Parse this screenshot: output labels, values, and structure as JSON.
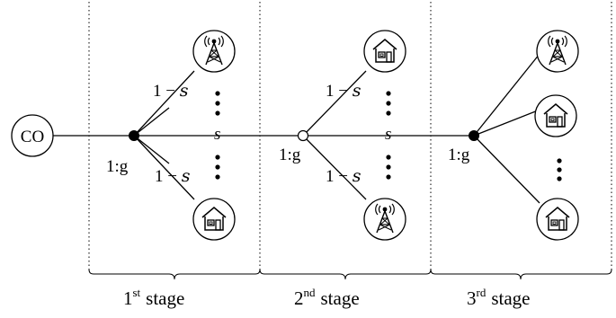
{
  "central_office": {
    "label": "CO"
  },
  "splitters": [
    {
      "ratio": "1:g"
    },
    {
      "ratio": "1:g"
    },
    {
      "ratio": "1:g"
    }
  ],
  "branch_labels": {
    "one_minus_s": "1 − s",
    "s": "s"
  },
  "stages": [
    {
      "number": "1",
      "suffix": "st",
      "word": "stage"
    },
    {
      "number": "2",
      "suffix": "nd",
      "word": "stage"
    },
    {
      "number": "3",
      "suffix": "rd",
      "word": "stage"
    }
  ],
  "icons": {
    "tower": "radio-tower-icon",
    "house": "house-icon"
  }
}
